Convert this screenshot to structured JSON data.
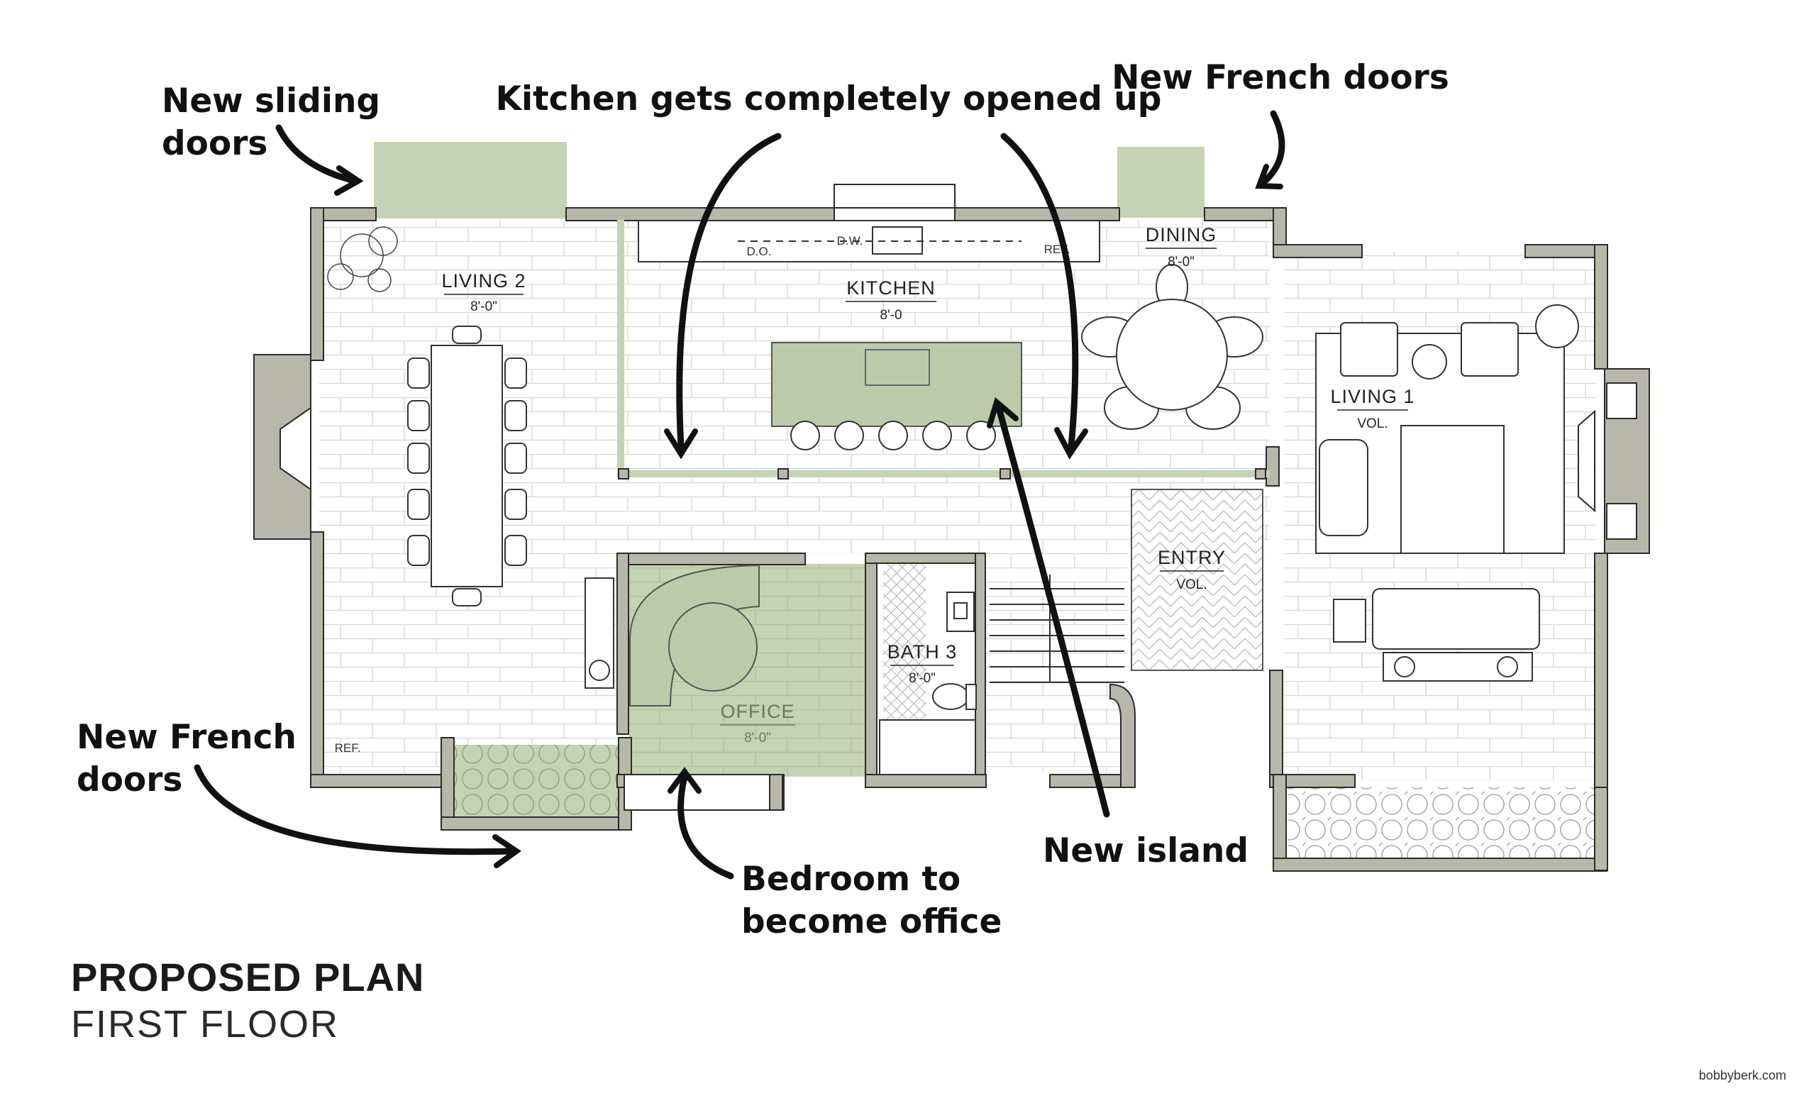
{
  "colors": {
    "wall": "#b7b8a9",
    "wall_outline": "#2b2b2b",
    "green": "#c5d2b3",
    "green_dark": "#b7c6a3",
    "island": "#bccaaa",
    "brick_line": "#d6d6d6",
    "ink": "#111111"
  },
  "callouts": {
    "sliding_doors": [
      "New sliding",
      "doors"
    ],
    "kitchen_open": "Kitchen gets completely opened up",
    "french_doors_top": "New French doors",
    "french_doors_bottom": [
      "New French",
      "doors"
    ],
    "office": [
      "Bedroom to",
      "become office"
    ],
    "island": "New island"
  },
  "rooms": {
    "living2": {
      "name": "LIVING 2",
      "dim": "8'-0\""
    },
    "kitchen": {
      "name": "KITCHEN",
      "dim": "8'-0"
    },
    "dining": {
      "name": "DINING",
      "dim": "8'-0\""
    },
    "living1": {
      "name": "LIVING 1",
      "dim": "VOL."
    },
    "entry": {
      "name": "ENTRY",
      "dim": "VOL."
    },
    "bath3": {
      "name": "BATH 3",
      "dim": "8'-0\""
    },
    "office": {
      "name": "OFFICE",
      "dim": "8'-0\""
    }
  },
  "appliances": {
    "do": "D.O.",
    "dw": "D.W.",
    "ref_kitchen": "REF.",
    "ref_living": "REF."
  },
  "title": {
    "line1": "PROPOSED PLAN",
    "line2": "FIRST FLOOR"
  },
  "credit": "bobbyberk.com"
}
